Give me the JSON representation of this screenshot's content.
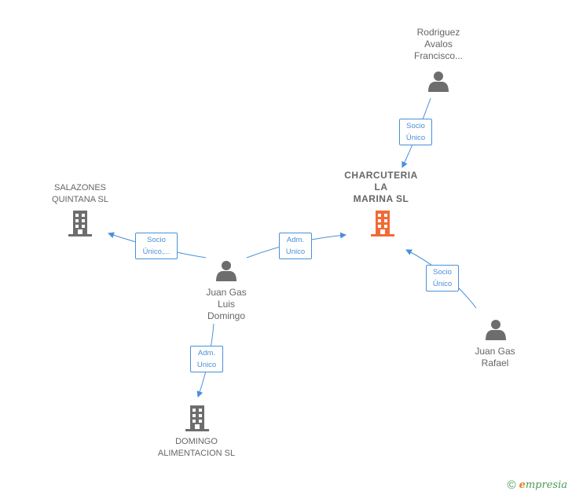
{
  "colors": {
    "edge": "#4a90d9",
    "node_gray": "#6d6d6d",
    "node_focus": "#f26a35",
    "label": "#666666",
    "brand": "#4a9a57"
  },
  "nodes": {
    "rodriguez": {
      "label": "Rodriguez\nAvalos\nFrancisco...",
      "icon": "person-icon"
    },
    "charcuteria": {
      "label": "CHARCUTERIA\nLA\nMARINA SL",
      "icon": "building-icon"
    },
    "salazones": {
      "label": "SALAZONES\nQUINTANA SL",
      "icon": "building-icon"
    },
    "juan_luis": {
      "label": "Juan Gas\nLuis\nDomingo",
      "icon": "person-icon"
    },
    "juan_rafael": {
      "label": "Juan Gas\nRafael",
      "icon": "person-icon"
    },
    "domingo": {
      "label": "DOMINGO\nALIMENTACION SL",
      "icon": "building-icon"
    }
  },
  "relations": {
    "rodriguez_to_charcuteria": "Socio\nÚnico",
    "juan_luis_to_salazones": "Socio\nÚnico,...",
    "juan_luis_to_charcuteria": "Adm.\nUnico",
    "juan_rafael_to_charcuteria": "Socio\nÚnico",
    "juan_luis_to_domingo": "Adm.\nUnico"
  },
  "footer": {
    "copyright_symbol": "©",
    "brand_first_letter": "e",
    "brand_rest": "mpresia"
  }
}
